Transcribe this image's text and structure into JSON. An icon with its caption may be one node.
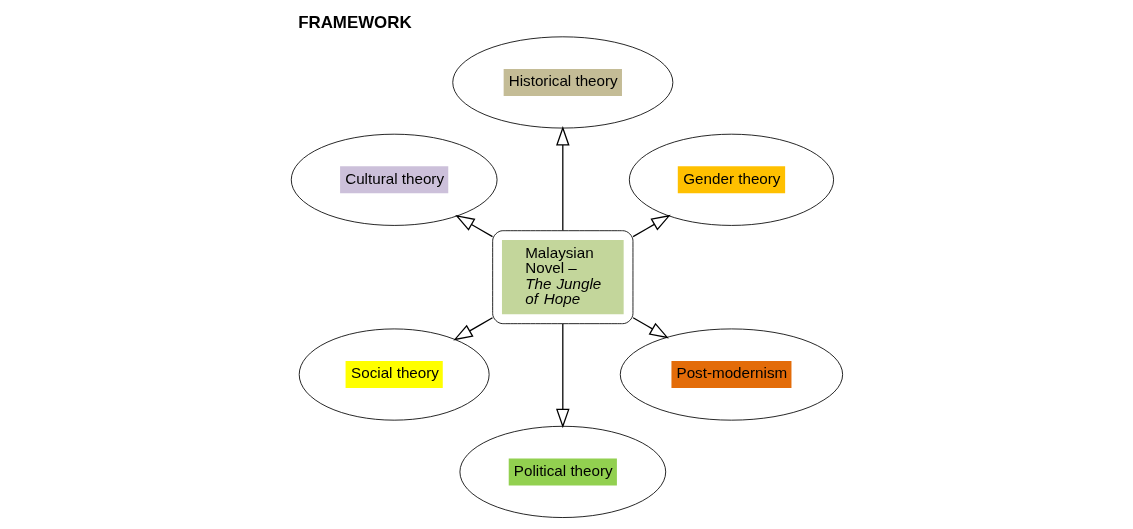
{
  "diagram": {
    "title": "FRAMEWORK",
    "nodes": [
      {
        "text": [
          "Gender theory"
        ]
      },
      {
        "text": [
          "Historical theory"
        ]
      },
      {
        "text": [
          "Cultural theory"
        ]
      },
      {
        "text": [
          "Social theory"
        ]
      },
      {
        "text": [
          "Malaysian Novel – *The Jungle of Hope*"
        ]
      },
      {
        "text": [
          "Political theory"
        ]
      },
      {
        "text": [
          "Post-modernism"
        ]
      }
    ],
    "edges": [
      {
        "from": 4,
        "to": 0,
        "arrow": "to"
      },
      {
        "from": 4,
        "to": 1,
        "arrow": "to"
      },
      {
        "from": 4,
        "to": 2,
        "arrow": "to"
      },
      {
        "from": 4,
        "to": 3,
        "arrow": "to"
      },
      {
        "from": 4,
        "to": 5,
        "arrow": "to"
      },
      {
        "from": 4,
        "to": 6,
        "arrow": "to"
      }
    ]
  }
}
